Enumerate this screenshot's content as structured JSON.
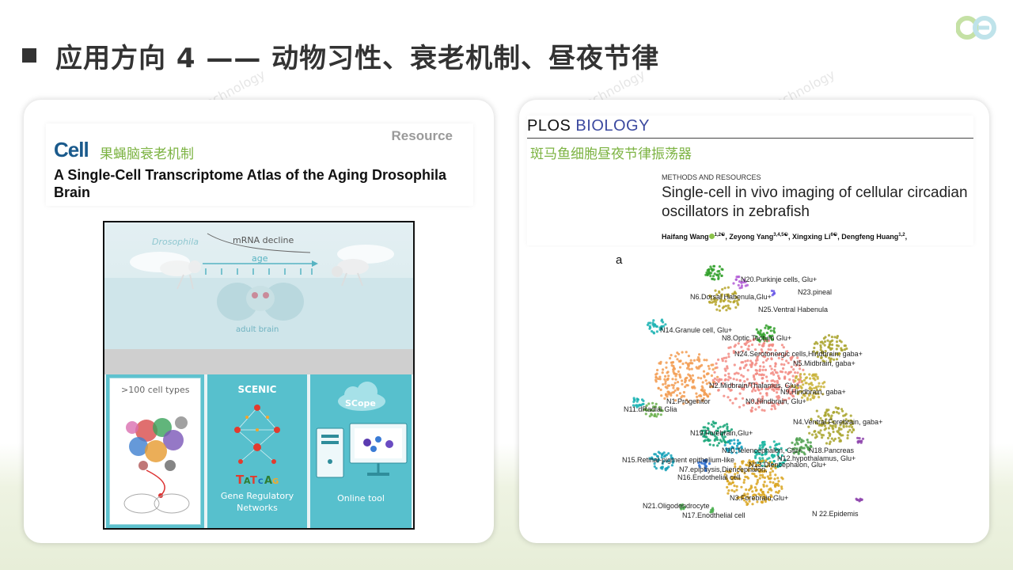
{
  "slide": {
    "title": "应用方向 4 —— 动物习性、衰老机制、昼夜节律",
    "watermark": "technology"
  },
  "left_paper": {
    "journal": "Cell",
    "tag": "Resource",
    "caption_zh": "果蝇脑衰老机制",
    "title": "A Single-Cell Transcriptome Atlas of the Aging Drosophila Brain",
    "figure": {
      "organism_label": "Drosophila",
      "mrna_label": "mRNA decline",
      "age_label": "age",
      "brain_label": "adult brain",
      "panel1_label": ">100 cell types",
      "panel2_title": "SCENIC",
      "panel2_label": "Gene Regulatory Networks",
      "panel3_title": "SCope",
      "panel3_label": "Online tool"
    }
  },
  "right_paper": {
    "journal_word1": "PLOS",
    "journal_word2": "BIOLOGY",
    "caption_zh": "斑马鱼细胞昼夜节律振荡器",
    "section": "METHODS AND RESOURCES",
    "title": "Single-cell in vivo imaging of cellular circadian oscillators in zebrafish",
    "authors": [
      {
        "name": "Haifang Wang",
        "sup": "1,2☯"
      },
      {
        "name": "Zeyong Yang",
        "sup": "3,4,5☯"
      },
      {
        "name": "Xingxing Li",
        "sup": "6☯"
      },
      {
        "name": "Dengfeng Huang",
        "sup": "1,2"
      }
    ],
    "panel_letter": "a",
    "clusters": [
      "N20.Purkinje cells, Glu+",
      "N23.pineal",
      "N6.Dorsal Habenula,Glu+",
      "N25.Ventral Habenula",
      "N14.Granule cell, Glu+",
      "N8.Optic Tectum Glu+",
      "N24.Serotonergic cells,Hindbrain, gaba+",
      "N5.Midbrain, gaba+",
      "N2.Midbrain/Thalamus, Glu+",
      "N9.Hindbrain, gaba+",
      "N1.Progenitor",
      "N0.Hindbrain, Glu+",
      "N11.dRadial Glia",
      "N4.Ventral Forebrain, gaba+",
      "N19.Forebrain,Glu+",
      "N10.Telencephalon, Glu+",
      "N18.Pancreas",
      "N12.hypothalamus, Glu+",
      "N15.Retinal-pigment epithelium-like",
      "N13.Diencephalon, Glu+",
      "N7.epiphysis,Diencephalon,",
      "N16.Endothelial cell",
      "N3.Forebrain,Glu+",
      "N21.Oligodendrocyte",
      "N 22.Epidemis",
      "N17.Enodthelial cell"
    ]
  },
  "colors": {
    "accent_green": "#7cb342",
    "cell_blue": "#1a5a8c",
    "plos_blue": "#3c4aa0",
    "panel_teal": "#57c0cd"
  }
}
